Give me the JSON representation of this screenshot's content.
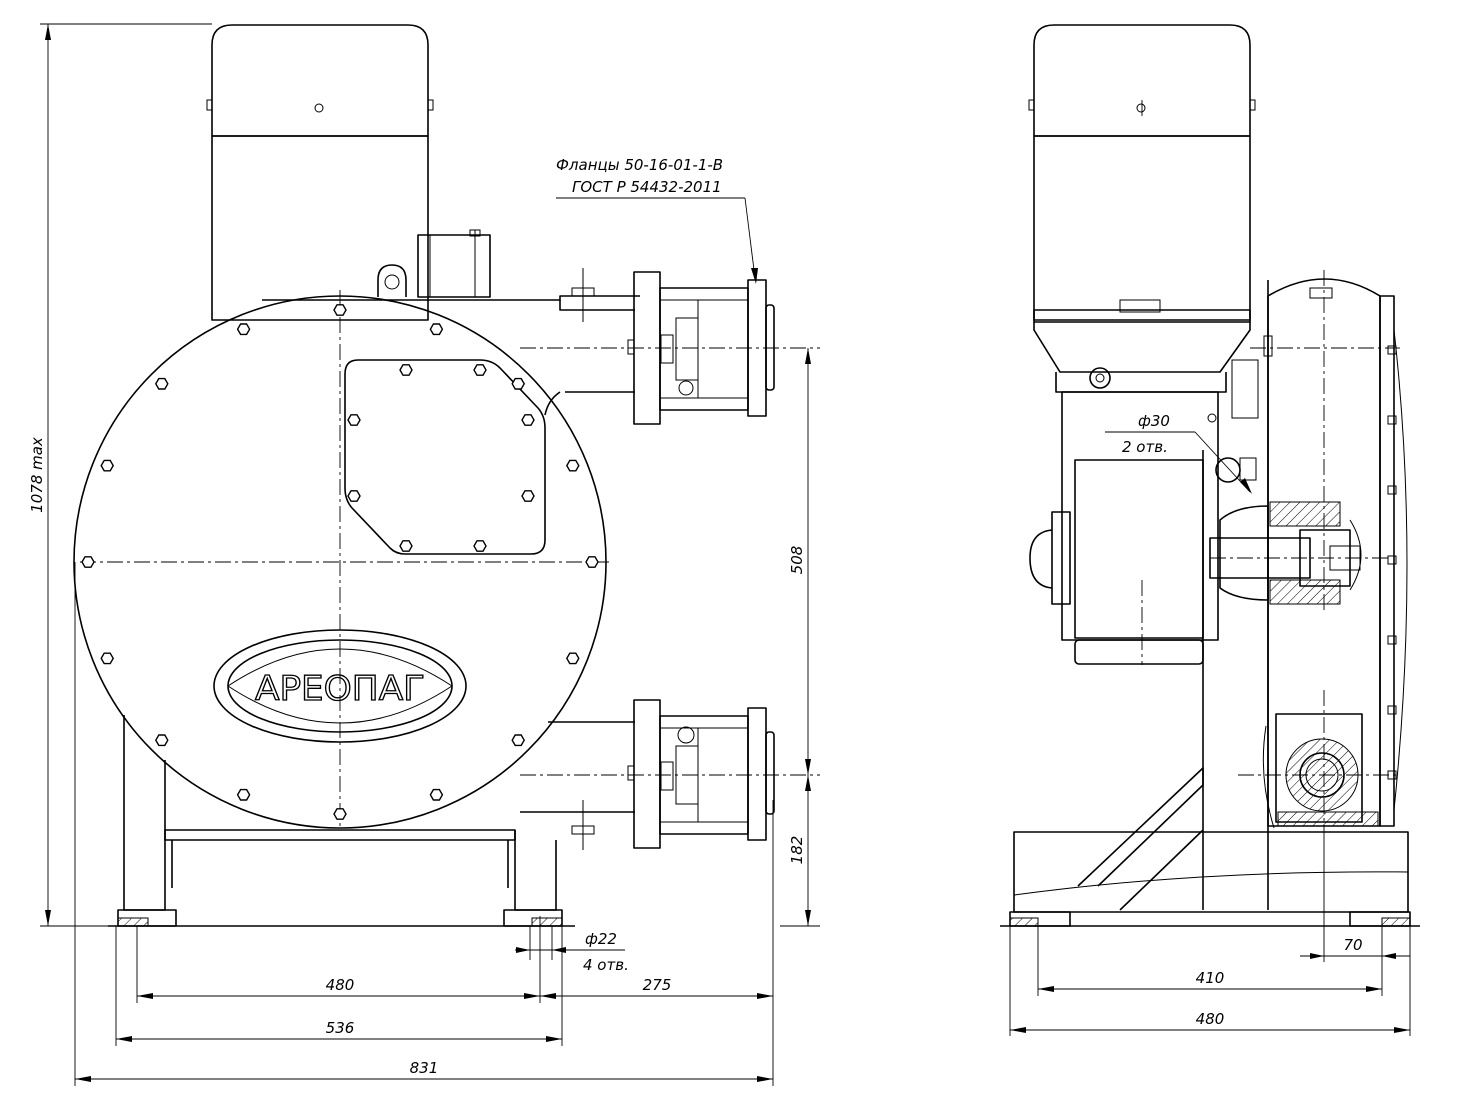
{
  "callout": {
    "flange_line1": "Фланцы 50-16-01-1-B",
    "flange_line2": "ГОСТ Р 54432-2011",
    "hole30_line1": "ф30",
    "hole30_line2": "2 отв.",
    "hole22_line1": "ф22",
    "hole22_line2": "4 отв."
  },
  "logo": {
    "text": "АРЕОПАГ"
  },
  "dimensions": {
    "height_max": "1078 max",
    "port_spacing": "508",
    "port_height": "182",
    "front_480": "480",
    "front_275": "275",
    "front_536": "536",
    "front_831": "831",
    "side_70": "70",
    "side_410": "410",
    "side_480": "480"
  }
}
